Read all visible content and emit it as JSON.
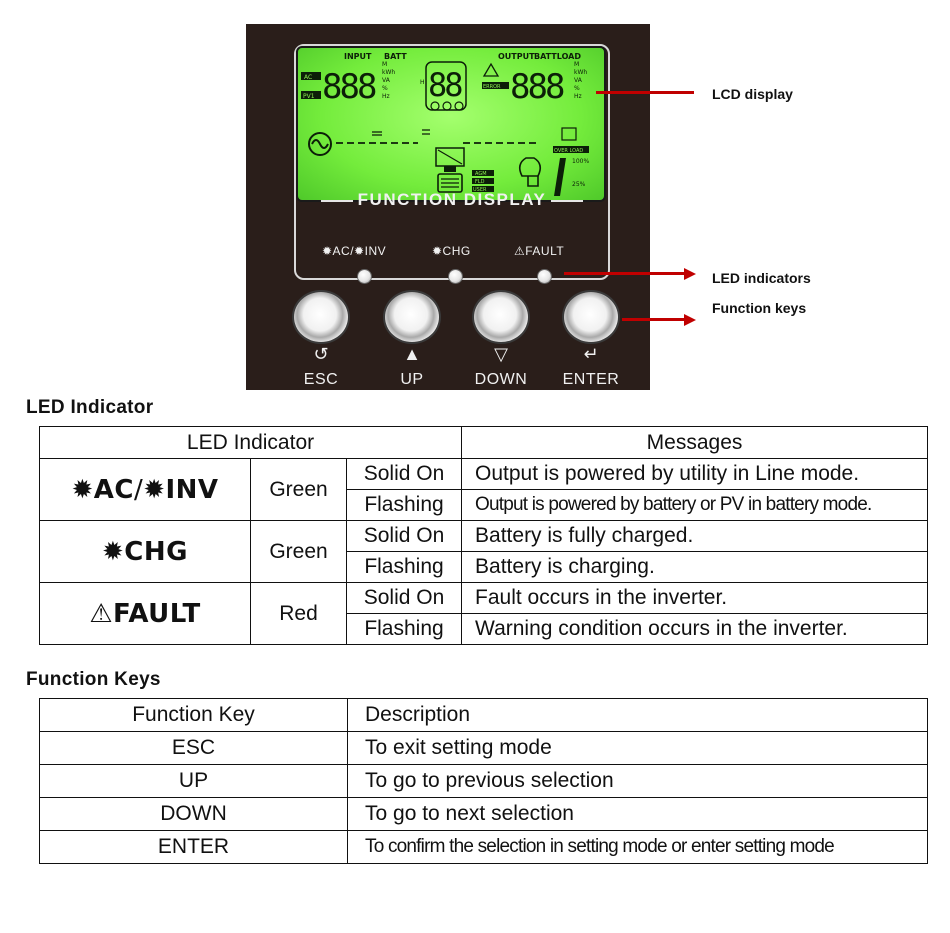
{
  "panel": {
    "lcd": {
      "input_label": "INPUT",
      "batt_label": "BATT",
      "output_label": "OUTPUT",
      "batt_label_right": "BATTLOAD",
      "ac_tag": "AC",
      "pv1_tag": "PV1",
      "digits_left": "888",
      "digits_mid": "88",
      "digits_right": "888",
      "units_left": [
        "M",
        "kWh",
        "VA",
        "%",
        "Hz"
      ],
      "units_right": [
        "M",
        "kWh",
        "VA",
        "%",
        "Hz"
      ],
      "units_mid": "H",
      "error_tag": "ERROR",
      "overload_tag": "OVER LOAD",
      "battery_types": [
        "AGM",
        "FLD",
        "USER"
      ],
      "load_levels": [
        "100%",
        "25%"
      ]
    },
    "function_display_label": "FUNCTION DISPLAY",
    "leds": [
      {
        "label": "✹AC/✹INV"
      },
      {
        "label": "✹CHG"
      },
      {
        "label": "⚠FAULT"
      }
    ],
    "keys": [
      {
        "icon": "↺",
        "label": "ESC"
      },
      {
        "icon": "▲",
        "label": "UP"
      },
      {
        "icon": "▽",
        "label": "DOWN"
      },
      {
        "icon": "↵",
        "label": "ENTER"
      }
    ],
    "callouts": {
      "lcd": "LCD display",
      "leds": "LED indicators",
      "keys": "Function keys"
    },
    "colors": {
      "panel": "#2a1e1a",
      "lcd": "#7af040",
      "callout_arrow": "#c00000"
    }
  },
  "led_section": {
    "title": "LED Indicator",
    "header": {
      "indicator": "LED Indicator",
      "messages": "Messages"
    },
    "rows": [
      {
        "icon": "✹",
        "name_a": "AC",
        "sep": "/",
        "icon_b": "✹",
        "name_b": "INV",
        "color": "Green",
        "solid_state": "Solid On",
        "solid_msg": "Output is powered by utility in Line mode.",
        "flash_state": "Flashing",
        "flash_msg": "Output is powered by battery or PV in battery mode."
      },
      {
        "icon": "✹",
        "name_a": "CHG",
        "color": "Green",
        "solid_state": "Solid On",
        "solid_msg": "Battery is fully charged.",
        "flash_state": "Flashing",
        "flash_msg": "Battery is charging."
      },
      {
        "icon": "⚠",
        "name_a": "FAULT",
        "color": "Red",
        "solid_state": "Solid On",
        "solid_msg": "Fault occurs in the inverter.",
        "flash_state": "Flashing",
        "flash_msg": "Warning condition occurs in the inverter."
      }
    ]
  },
  "key_section": {
    "title": "Function Keys",
    "header": {
      "key": "Function Key",
      "description": "Description"
    },
    "rows": [
      {
        "key": "ESC",
        "description": "To exit setting mode"
      },
      {
        "key": "UP",
        "description": "To go to previous selection"
      },
      {
        "key": "DOWN",
        "description": "To go to next selection"
      },
      {
        "key": "ENTER",
        "description": "To confirm the selection in setting mode or enter setting mode"
      }
    ]
  }
}
